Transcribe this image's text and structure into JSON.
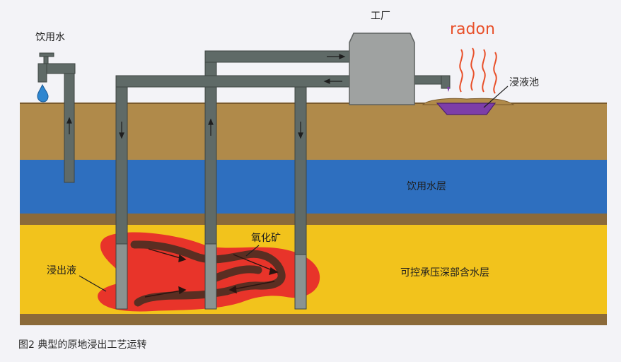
{
  "labels": {
    "drinking_water": "饮用水",
    "factory": "工厂",
    "radon": "radon",
    "leach_pond": "浸液池",
    "drinking_aquifer": "饮用水层",
    "oxidized_ore": "氧化矿",
    "leachate": "浸出液",
    "confined_aquifer": "可控承压深部含水层"
  },
  "caption": "图2 典型的原地浸出工艺运转",
  "colors": {
    "background": "#f3f3f7",
    "topsoil": "#b08a4a",
    "drinking_aquifer": "#2e6fbf",
    "confining_layer": "#8b6a3a",
    "ore_aquifer": "#f2c31c",
    "pipe": "#5f6a67",
    "factory": "#9fa2a1",
    "leachate_zone": "#e8342a",
    "ore_body": "#5a2e22",
    "pond_liquid": "#7d3ea8",
    "radon": "#e8502a"
  }
}
